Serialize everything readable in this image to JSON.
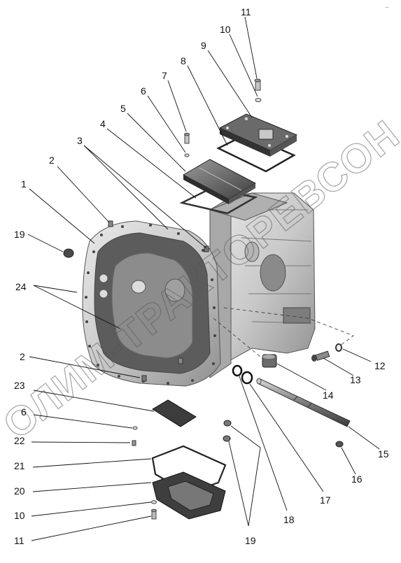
{
  "diagram": {
    "type": "exploded-assembly",
    "watermark": "ОЛИМ-ТРАКТОРЕВСОН",
    "corner_mark": "~",
    "callouts": {
      "c1": "1",
      "c2a": "2",
      "c2b": "2",
      "c3": "3",
      "c4": "4",
      "c5": "5",
      "c6a": "6",
      "c6b": "6",
      "c7": "7",
      "c8": "8",
      "c9": "9",
      "c10a": "10",
      "c10b": "10",
      "c11a": "11",
      "c11b": "11",
      "c12": "12",
      "c13": "13",
      "c14": "14",
      "c15": "15",
      "c16": "16",
      "c17": "17",
      "c18": "18",
      "c19a": "19",
      "c19b": "19",
      "c20": "20",
      "c21": "21",
      "c22": "22",
      "c23": "23",
      "c24": "24"
    }
  }
}
